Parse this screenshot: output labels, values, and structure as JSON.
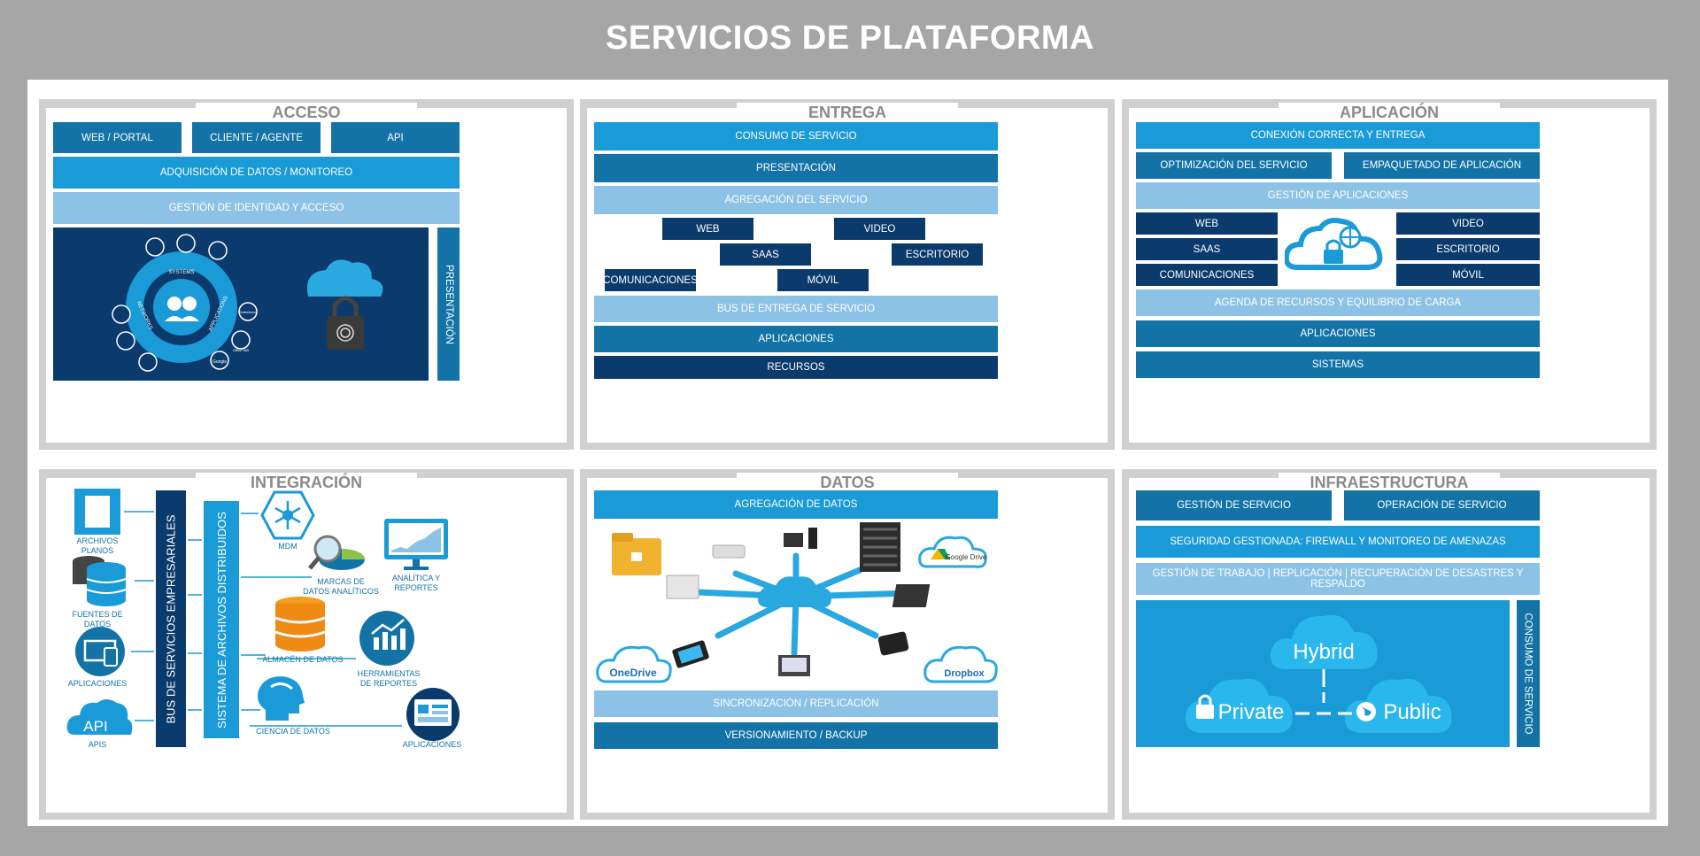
{
  "title": "SERVICIOS DE PLATAFORMA",
  "acceso": {
    "title": "ACCESO",
    "web_portal": "WEB / PORTAL",
    "cliente_agente": "CLIENTE / AGENTE",
    "api": "API",
    "adquisicion": "ADQUISICIÓN DE DATOS / MONITOREO",
    "gestion": "GESTIÓN DE IDENTIDAD Y ACCESO",
    "presentacion": "PRESENTACIÓN",
    "ring_systems": "SYSTEMS",
    "ring_networks": "NETWORKS",
    "ring_applications": "APPLICATIONS",
    "google": "Google",
    "office": "Office 365",
    "salesforce": "Salesforce"
  },
  "entrega": {
    "title": "ENTREGA",
    "consumo": "CONSUMO DE SERVICIO",
    "presentacion": "PRESENTACIÓN",
    "agregacion": "AGREGACIÓN DEL SERVICIO",
    "web": "WEB",
    "video": "VIDEO",
    "saas": "SaaS",
    "escritorio": "ESCRITORIO",
    "comunicaciones": "COMUNICACIONES",
    "movil": "MÓVIL",
    "bus": "BUS DE ENTREGA DE SERVICIO",
    "aplicaciones": "APLICACIONES",
    "recursos": "RECURSOS"
  },
  "aplicacion": {
    "title": "APLICACIÓN",
    "conexion": "CONEXIÓN CORRECTA Y ENTREGA",
    "optimizacion": "OPTIMIZACIÓN DEL SERVICIO",
    "empaquetado": "EMPAQUETADO DE APLICACIÓN",
    "gestion_apps": "GESTIÓN DE APLICACIONES",
    "web": "WEB",
    "saas": "SaaS",
    "comunicaciones": "COMUNICACIONES",
    "video": "VIDEO",
    "escritorio": "ESCRITORIO",
    "movil": "MÓVIL",
    "agenda": "AGENDA DE RECURSOS Y EQUILIBRIO DE CARGA",
    "aplicaciones": "APLICACIONES",
    "sistemas": "SISTEMAS"
  },
  "integracion": {
    "title": "INTEGRACIÓN",
    "archivos_planos": "ARCHIVOS PLANOS",
    "fuentes_datos": "FUENTES DE DATOS",
    "aplicaciones_left": "APLICACIONES",
    "apis": "APIs",
    "api_cloud": "API",
    "bus_servicios": "BUS DE SERVICIOS EMPRESARIALES",
    "sistema_archivos": "SISTEMA DE ARCHIVOS DISTRIBUIDOS",
    "mdm": "MDM",
    "marcas": "MARCAS DE DATOS ANALÍTICOS",
    "analitica": "ANALÍTICA Y REPORTES",
    "almacen": "ALMACÉN DE DATOS",
    "herramientas": "HERRAMIENTAS DE REPORTES",
    "ciencia": "CIENCIA DE DATOS",
    "aplicaciones_right": "APLICACIONES"
  },
  "datos": {
    "title": "DATOS",
    "agregacion": "AGREGACIÓN DE DATOS",
    "google_drive": "Google Drive",
    "onedrive": "OneDrive",
    "dropbox": "Dropbox",
    "sincronizacion": "SINCRONIZACIÓN / REPLICACIÓN",
    "versionamiento": "VERSIONAMIENTO / BACKUP"
  },
  "infraestructura": {
    "title": "INFRAESTRUCTURA",
    "gestion_servicio": "GESTIÓN DE SERVICIO",
    "operacion_servicio": "OPERACIÓN DE SERVICIO",
    "seguridad": "SEGURIDAD GESTIONADA: FIREWALL Y MONITOREO DE AMENAZAS",
    "gestion_trabajo": "GESTIÓN DE TRABAJO | REPLICACIÓN | RECUPERACIÓN DE DESASTRES Y RESPALDO",
    "hybrid": "Hybrid",
    "private": "Private",
    "public": "Public",
    "consumo": "CONSUMO DE SERVICIO"
  }
}
